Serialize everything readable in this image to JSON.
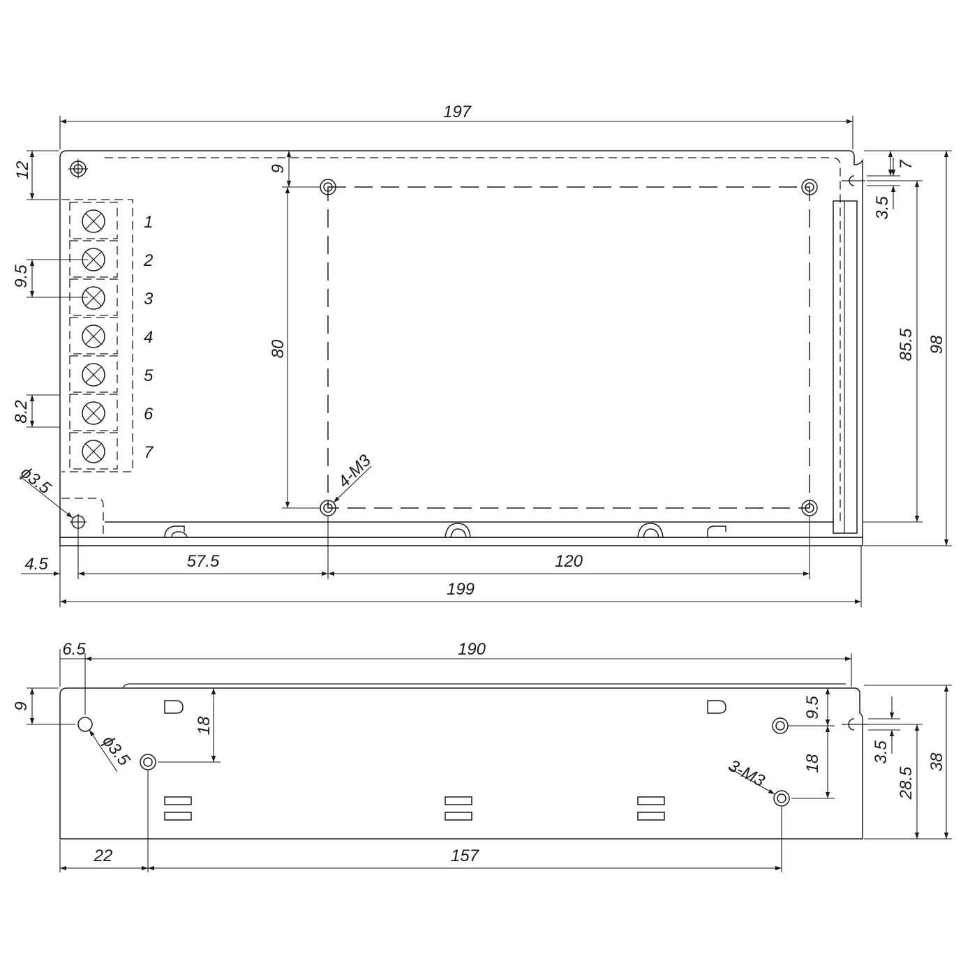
{
  "dimensions": {
    "overall_width_top": "197",
    "left_offset_12": "12",
    "mount_offset_9": "9",
    "terminal_pitch": "9.5",
    "terminal_pitch_small": "8.2",
    "hole_spacing_vertical": "80",
    "slot_offset_7": "7",
    "slot_width": "3.5",
    "inner_height": "85.5",
    "overall_height_top": "98",
    "hole_diameter": "ϕ3.5",
    "mount_holes_top": "4-M3",
    "edge_offset": "4.5",
    "hole_x_offset": "57.5",
    "hole_spacing_horizontal": "120",
    "overall_length": "199",
    "side_hole_offset": "6.5",
    "side_length": "190",
    "side_top_offset": "9",
    "side_vertical_18": "18",
    "side_hole_diameter": "ϕ3.5",
    "side_right_95": "9.5",
    "side_right_18": "18",
    "side_mount_holes": "3-M3",
    "side_slot_width": "3.5",
    "side_inner_height": "28.5",
    "side_overall_height": "38",
    "side_left_22": "22",
    "side_spacing_157": "157"
  },
  "terminals": [
    "1",
    "2",
    "3",
    "4",
    "5",
    "6",
    "7"
  ]
}
